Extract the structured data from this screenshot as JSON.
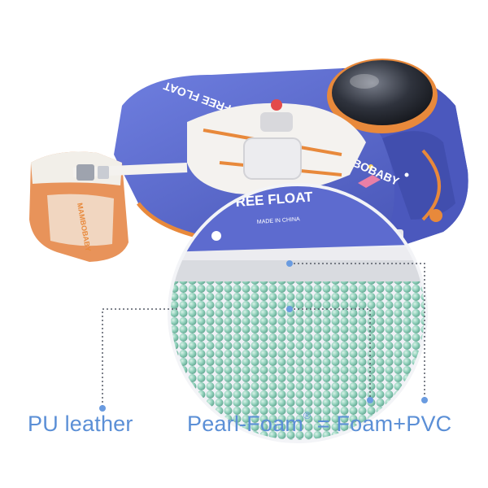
{
  "callouts": {
    "pu_leather": "PU leather",
    "pearl_foam": "Pearl-Foam",
    "registered_mark": "®",
    "pearl_foam_formula": " = Foam+PVC"
  },
  "product_print": {
    "brand": "MAMBOBABY",
    "float_text": "FREE FLOAT",
    "float_text_inset": "REE FLOAT",
    "made_in": "MADE IN CHINA"
  },
  "colors": {
    "label_blue": "#5b8fd6",
    "body_blue": "#5867c8",
    "orange_trim": "#e8893b",
    "bead_green": "#7fc9b0"
  }
}
